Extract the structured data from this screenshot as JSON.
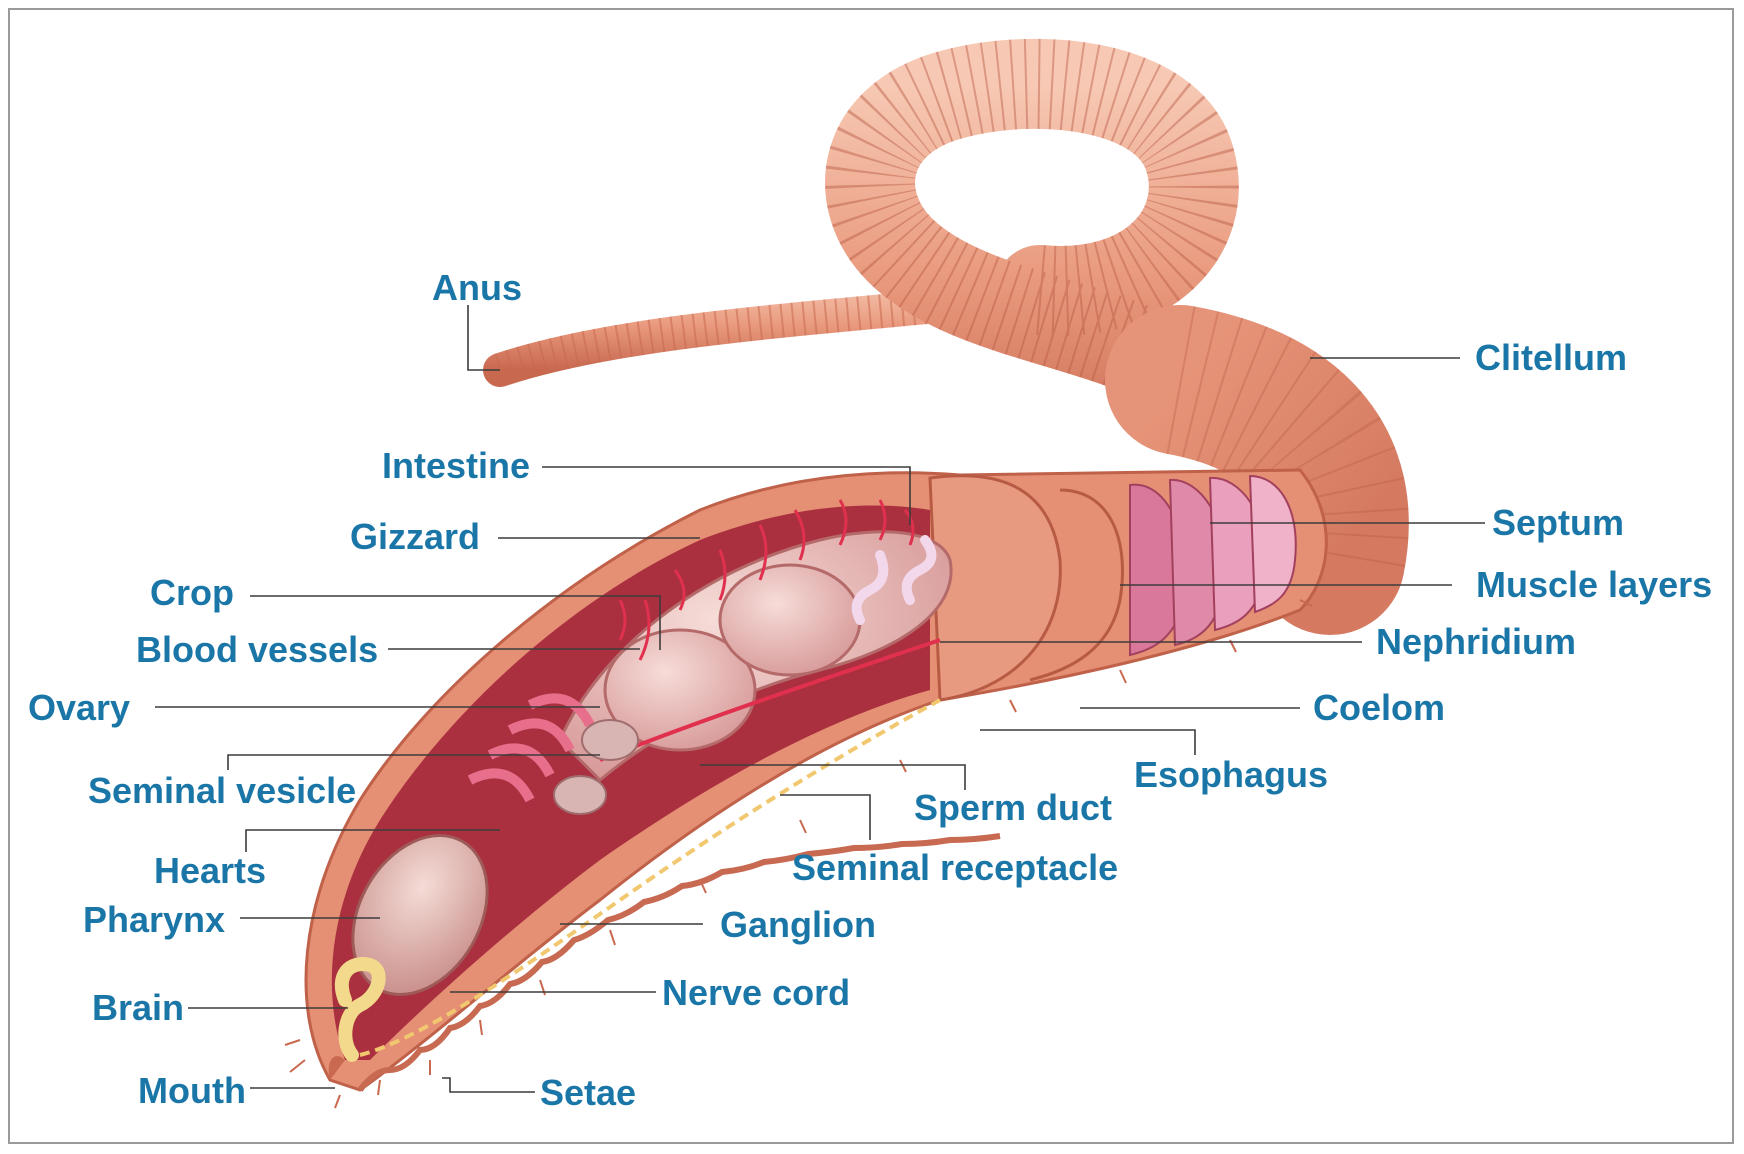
{
  "colors": {
    "label": "#1b76a8",
    "leader": "#3c3c3c",
    "skin": "#e79a7d",
    "skin_dark": "#c76a52",
    "skin_light": "#f6c3ad",
    "interior": "#f2bcb8",
    "cavity": "#a3263a",
    "vessel": "#e0304e",
    "nephridium": "#f3d7ea",
    "septum": "#d9789a",
    "brain": "#f2d98b"
  },
  "labels": {
    "anus": "Anus",
    "clitellum": "Clitellum",
    "intestine": "Intestine",
    "gizzard": "Gizzard",
    "crop": "Crop",
    "blood_vessels": "Blood vessels",
    "ovary": "Ovary",
    "seminal_vesicle": "Seminal vesicle",
    "hearts": "Hearts",
    "pharynx": "Pharynx",
    "brain": "Brain",
    "mouth": "Mouth",
    "setae": "Setae",
    "nerve_cord": "Nerve cord",
    "ganglion": "Ganglion",
    "seminal_receptacle": "Seminal receptacle",
    "sperm_duct": "Sperm duct",
    "esophagus": "Esophagus",
    "coelom": "Coelom",
    "nephridium": "Nephridium",
    "muscle_layers": "Muscle layers",
    "septum": "Septum"
  }
}
